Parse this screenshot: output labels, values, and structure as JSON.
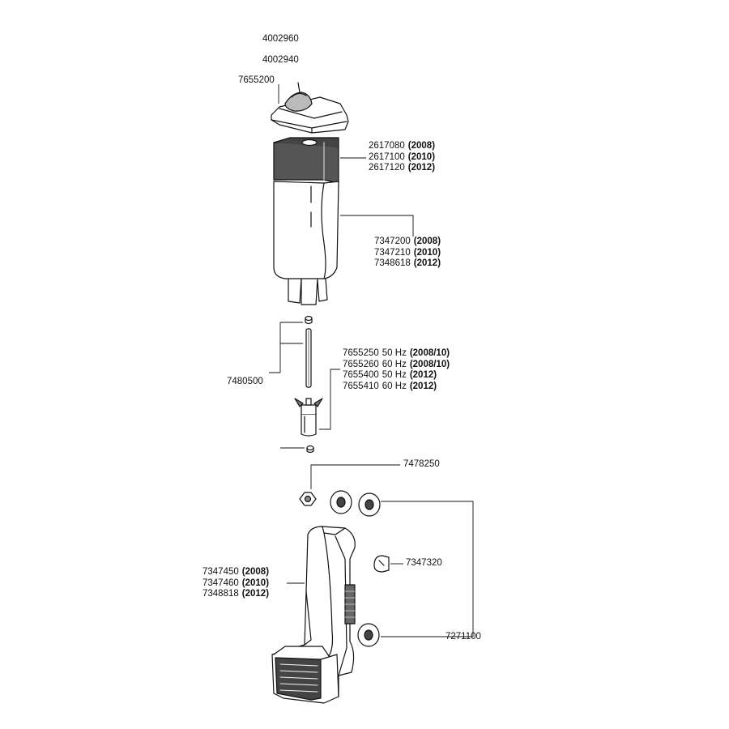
{
  "labels": {
    "top_1": "4002960",
    "top_2": "4002940",
    "cover": "7655200",
    "sponge": [
      {
        "code": "2617080",
        "year": "(2008)"
      },
      {
        "code": "2617100",
        "year": "(2010)"
      },
      {
        "code": "2617120",
        "year": "(2012)"
      }
    ],
    "housing": [
      {
        "code": "7347200",
        "year": "(2008)"
      },
      {
        "code": "7347210",
        "year": "(2010)"
      },
      {
        "code": "7348618",
        "year": "(2012)"
      }
    ],
    "axle": "7480500",
    "impeller": [
      {
        "code": "7655250",
        "hz": "50 Hz",
        "year": "(2008/10)"
      },
      {
        "code": "7655260",
        "hz": "60 Hz",
        "year": "(2008/10)"
      },
      {
        "code": "7655400",
        "hz": "50 Hz",
        "year": "(2012)"
      },
      {
        "code": "7655410",
        "hz": "60 Hz",
        "year": "(2012)"
      }
    ],
    "connector": "7478250",
    "valve": "7347320",
    "suction_cups": "7271100",
    "pump": [
      {
        "code": "7347450",
        "year": "(2008)"
      },
      {
        "code": "7347460",
        "year": "(2010)"
      },
      {
        "code": "7348818",
        "year": "(2012)"
      }
    ]
  }
}
